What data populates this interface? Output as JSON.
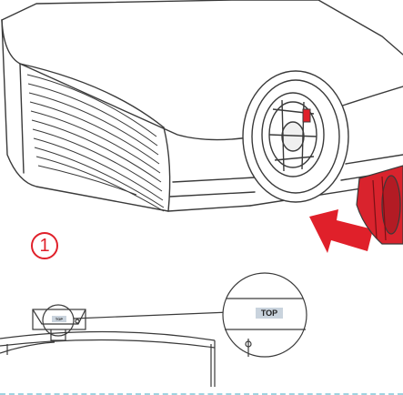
{
  "diagram": {
    "step_number": "1",
    "lens_label_small": "TOP",
    "lens_label_zoomed": "TOP"
  },
  "colors": {
    "accent": "#e0202a",
    "outline": "#3a3a3a",
    "label_background": "#c9d3dd",
    "divider": "#9fd3e0"
  },
  "icons": {
    "arrow": "insert-direction-arrow-icon",
    "lens": "lens-icon"
  }
}
